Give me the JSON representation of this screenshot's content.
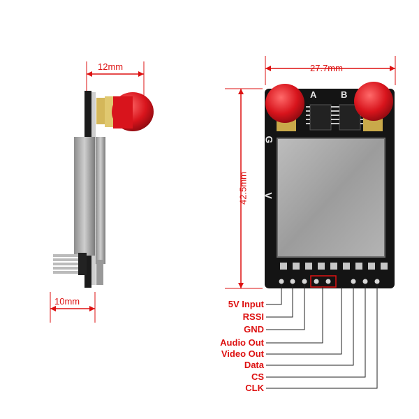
{
  "dimensions": {
    "side_width": "12mm",
    "side_depth": "10mm",
    "board_width": "27.7mm",
    "board_height": "42.5mm"
  },
  "board_marks": {
    "antenna_a": "A",
    "antenna_b": "B",
    "pin_label_g": "G",
    "pin_label_v": "V"
  },
  "pins": [
    "5V Input",
    "RSSI",
    "GND",
    "Audio Out",
    "Video Out",
    "Data",
    "CS",
    "CLK"
  ],
  "colors": {
    "dimension_red": "#d11111",
    "pcb_black": "#141414",
    "antenna_red": "#d8141c",
    "shield_silver": "#a8a8a8"
  }
}
